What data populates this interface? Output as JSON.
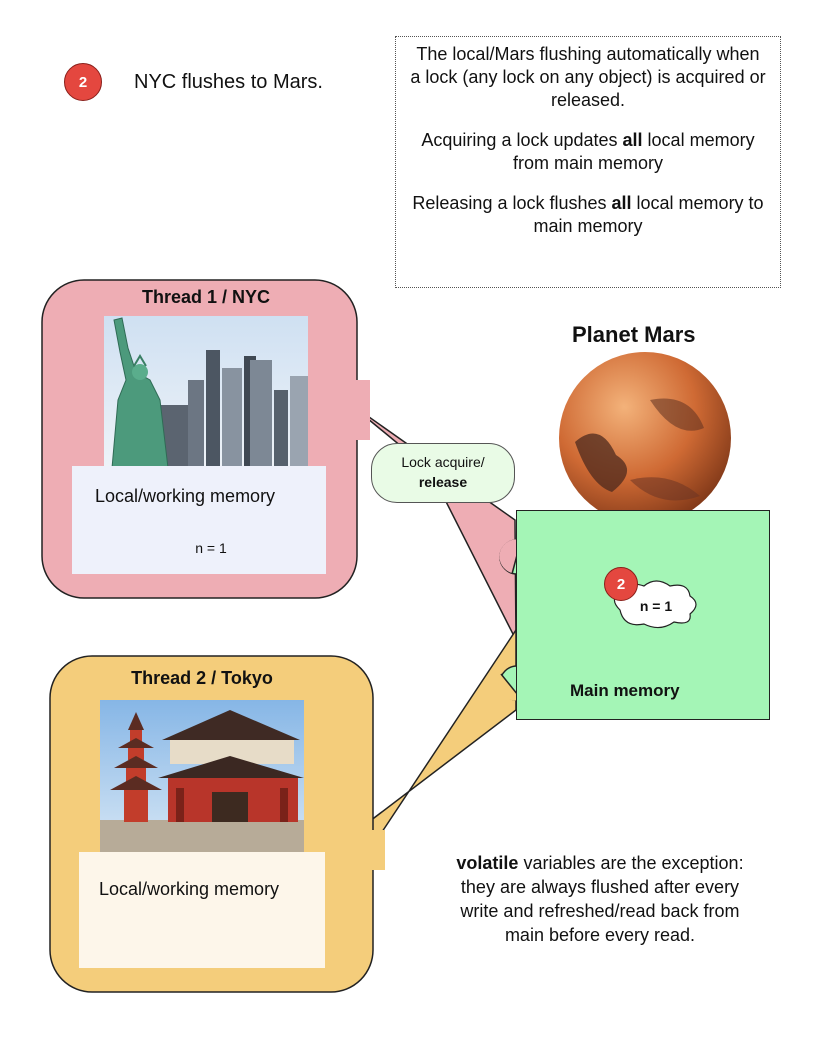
{
  "step": {
    "badge": "2",
    "text": "NYC flushes to Mars."
  },
  "note": {
    "line1": "The local/Mars flushing automatically when a lock (any lock on any object) is acquired or released.",
    "acquire_pre": "Acquiring a lock updates ",
    "acquire_bold": "all",
    "acquire_post": " local memory from main memory",
    "release_pre": "Releasing a lock flushes ",
    "release_bold": "all",
    "release_post": " local memory to main memory"
  },
  "thread1": {
    "title": "Thread 1 / NYC",
    "local_label": "Local/working memory",
    "cloud": "n = 1",
    "color": "#eeadb4"
  },
  "thread2": {
    "title": "Thread 2 / Tokyo",
    "local_label": "Local/working memory",
    "color": "#f4cd7b"
  },
  "lock_callout": {
    "line1": "Lock acquire/",
    "line2": "release"
  },
  "mars": {
    "title": "Planet Mars",
    "main_label": "Main memory",
    "badge": "2",
    "cloud": "n = 1",
    "color": "#a4f5b6"
  },
  "volatile": {
    "bold": "volatile",
    "rest": " variables are the exception: they are always flushed after every write and refreshed/read back from main before every read."
  }
}
